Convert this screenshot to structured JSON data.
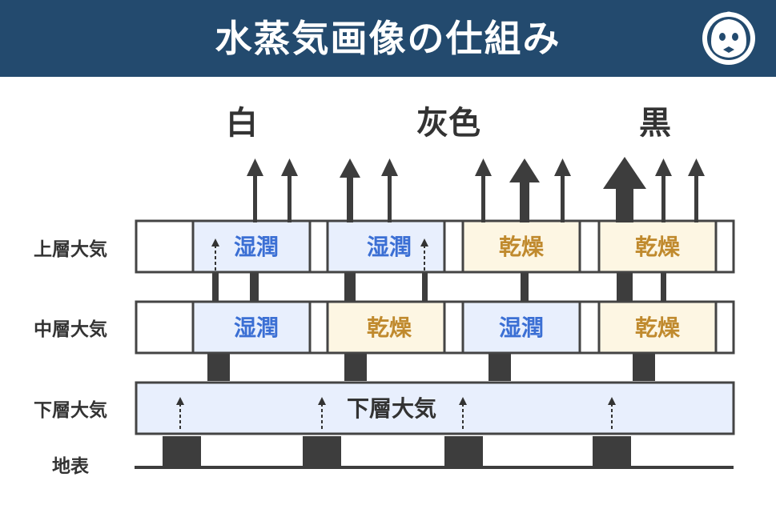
{
  "header": {
    "title": "水蒸気画像の仕組み"
  },
  "icons": {
    "logo": "cartoon-face-logo-icon"
  },
  "colors": {
    "header_bg": "#234a6e",
    "moist_fill": "#e8effd",
    "moist_text": "#3b6fd4",
    "dry_fill": "#fdf6e3",
    "dry_text": "#c08a2e",
    "lower_fill": "#e8effd",
    "outline": "#444444",
    "bar": "#3d3d3d"
  },
  "columns": [
    "白",
    "灰色",
    "黒"
  ],
  "rows": {
    "upper": "上層大気",
    "middle": "中層大気",
    "lower": "下層大気",
    "ground": "地表"
  },
  "upper_cells": [
    "湿潤",
    "湿潤",
    "乾燥",
    "乾燥"
  ],
  "middle_cells": [
    "湿潤",
    "乾燥",
    "湿潤",
    "乾燥"
  ],
  "lower_label": "下層大気"
}
